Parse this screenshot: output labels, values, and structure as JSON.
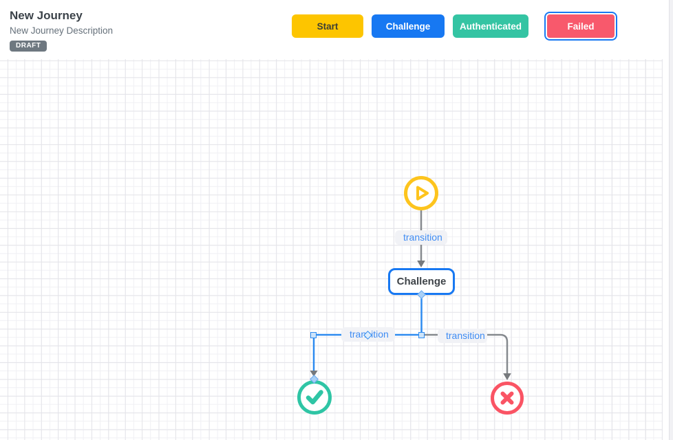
{
  "header": {
    "title": "New Journey",
    "subtitle": "New Journey Description",
    "status_badge": "DRAFT"
  },
  "toolbar": {
    "buttons": [
      {
        "label": "Start",
        "color": "#fdc500",
        "text_color": "#3d3f35",
        "selected": false
      },
      {
        "label": "Challenge",
        "color": "#1778f2",
        "text_color": "#ffffff",
        "selected": false
      },
      {
        "label": "Authenticated",
        "color": "#34c4a3",
        "text_color": "#ffffff",
        "selected": false
      },
      {
        "label": "Failed",
        "color": "#f8596c",
        "text_color": "#ffffff",
        "selected": true
      }
    ],
    "selection_outline_color": "#1778f2"
  },
  "canvas": {
    "nodes": [
      {
        "id": "start",
        "type": "start",
        "icon": "play-circle-icon",
        "color": "#fdc41d"
      },
      {
        "id": "challenge",
        "type": "state",
        "label": "Challenge",
        "border_color": "#1778f2"
      },
      {
        "id": "authenticated",
        "type": "success",
        "icon": "check-circle-icon",
        "color": "#2fc5a5"
      },
      {
        "id": "failed",
        "type": "failure",
        "icon": "x-circle-icon",
        "color": "#fa5464"
      }
    ],
    "edges": [
      {
        "id": "edge-start-challenge",
        "label": "transition",
        "from": "start",
        "to": "challenge",
        "color": "#85898e",
        "selected": false
      },
      {
        "id": "edge-challenge-success",
        "label": "transition",
        "from": "challenge",
        "to": "authenticated",
        "color": "#2e8bf0",
        "selected": true
      },
      {
        "id": "edge-challenge-failed",
        "label": "transition",
        "from": "challenge",
        "to": "failed",
        "color": "#85898e",
        "selected": false
      }
    ],
    "edge_label_text_color": "#3f8cf3",
    "grid_color": "#e4e4e9"
  }
}
